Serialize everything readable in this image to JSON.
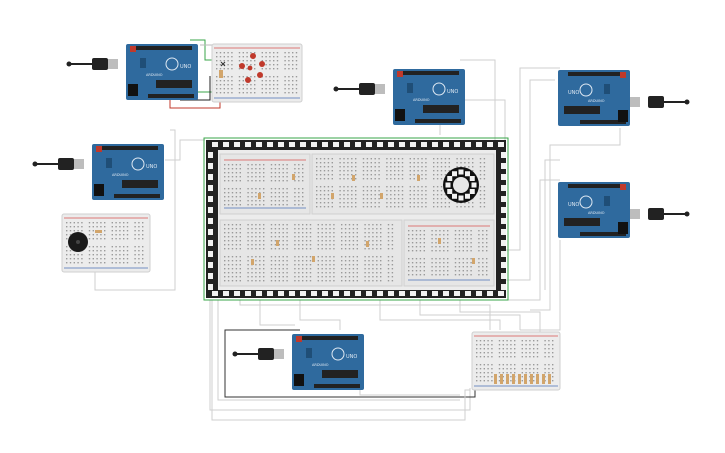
{
  "boards": {
    "label": "UNO",
    "brand": "ARDUINO",
    "color": "#2f6a9e",
    "dark": "#1f4e77",
    "items": [
      {
        "id": "uno-top-left",
        "flip": false
      },
      {
        "id": "uno-left",
        "flip": false
      },
      {
        "id": "uno-center",
        "flip": false
      },
      {
        "id": "uno-right-top",
        "flip": true
      },
      {
        "id": "uno-right-mid",
        "flip": true
      },
      {
        "id": "uno-bottom",
        "flip": false
      }
    ]
  },
  "wire_color": "#cfcfcf",
  "neopixel_strip": {
    "color": "#222222",
    "pixel_color": "#f2f2f2"
  },
  "neopixel_ring": {
    "color": "#111111"
  },
  "breadboard": {
    "color": "#ececec",
    "rail_red": "#d9534f",
    "rail_blue": "#4a6fb5"
  },
  "components": {
    "buzzer": {
      "color": "#1a1a1a"
    },
    "led_red": "#c0392b",
    "resistor": "#d2a56b"
  }
}
